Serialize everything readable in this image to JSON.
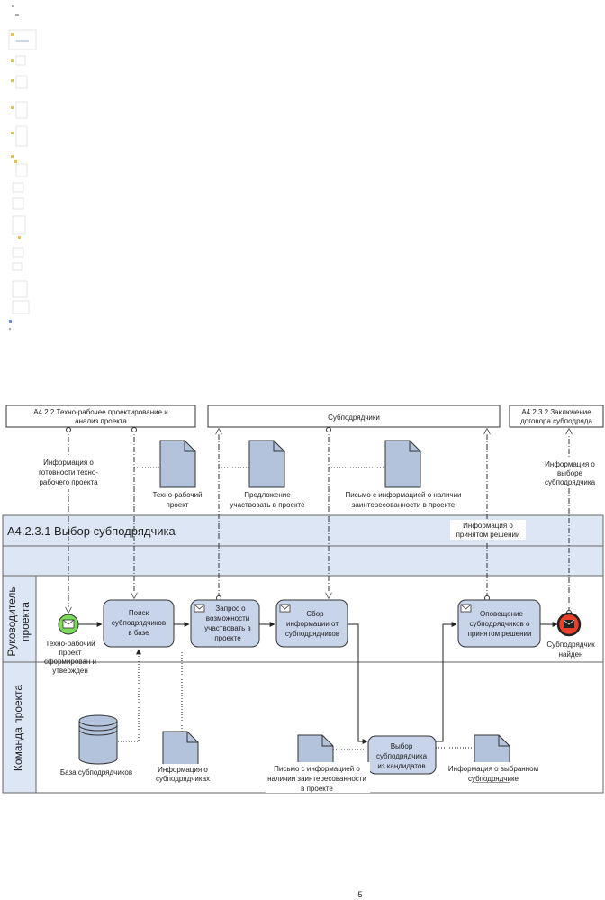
{
  "thumbnail": {
    "marks": [
      "Т",
      "Т",
      "Т",
      "Т",
      "Т",
      "Т",
      "Т",
      "Т",
      "Т",
      "Т",
      "Т",
      "Т",
      "Т"
    ]
  },
  "diagram": {
    "external": {
      "left": "А4.2.2 Техно-рабочее проектирование и анализ проекта",
      "left_line1": "А4.2.2 Техно-рабочее проектирование и",
      "left_line2": "анализ проекта",
      "middle": "Субподрядчики",
      "right_line1": "А4.2.3.2 Заключение",
      "right_line2": "договора субподряда"
    },
    "header_title": "А4.2.3.1 Выбор субподрядчика",
    "inputs": {
      "info_ready": [
        "Информация о",
        "готовности техно-",
        "рабочего проекта"
      ],
      "doc_project": [
        "Техно-рабочий",
        "проект"
      ],
      "offer": [
        "Предложение",
        "участвовать в проекте"
      ],
      "letter_interest": [
        "Письмо с информацией о наличии",
        "заинтересованности в проекте"
      ],
      "decision_info": [
        "Информация о",
        "принятом решении"
      ],
      "choice_info": [
        "Информация о",
        "выборе",
        "субподрядчика"
      ]
    },
    "lanes": {
      "lane1": [
        "Руководитель",
        "проекта"
      ],
      "lane2": "Команда проекта"
    },
    "events": {
      "start": [
        "Техно-рабочий",
        "проект",
        "сформирован и",
        "утвержден"
      ],
      "end": [
        "Субподрядчик",
        "найден"
      ]
    },
    "tasks": {
      "search": [
        "Поиск",
        "субподрядчиков",
        "в базе"
      ],
      "request": [
        "Запрос о",
        "возможности",
        "участвовать в",
        "проекте"
      ],
      "collect": [
        "Сбор",
        "информации от",
        "субподрядчиков"
      ],
      "notify": [
        "Оповещение",
        "субподрядчиков о",
        "принятом решении"
      ],
      "choose": [
        "Выбор",
        "субподрядчика",
        "из кандидатов"
      ]
    },
    "artifacts": {
      "database": "База субподрядчиков",
      "info_subcontractors": [
        "Информация о",
        "субподрядчиках"
      ],
      "letter": [
        "Письмо с информацией о",
        "наличии заинтересованности",
        "в проекте"
      ],
      "chosen_info": [
        "Информация о выбранном",
        "субподрядчике"
      ]
    },
    "page_number": "5",
    "colors": {
      "task_fill": "#c8d4ea",
      "lane_fill": "#dde6f4",
      "start_fill": "#7ddb5a",
      "end_fill": "#e8402a",
      "doc_fill": "#b4c3dc"
    }
  }
}
